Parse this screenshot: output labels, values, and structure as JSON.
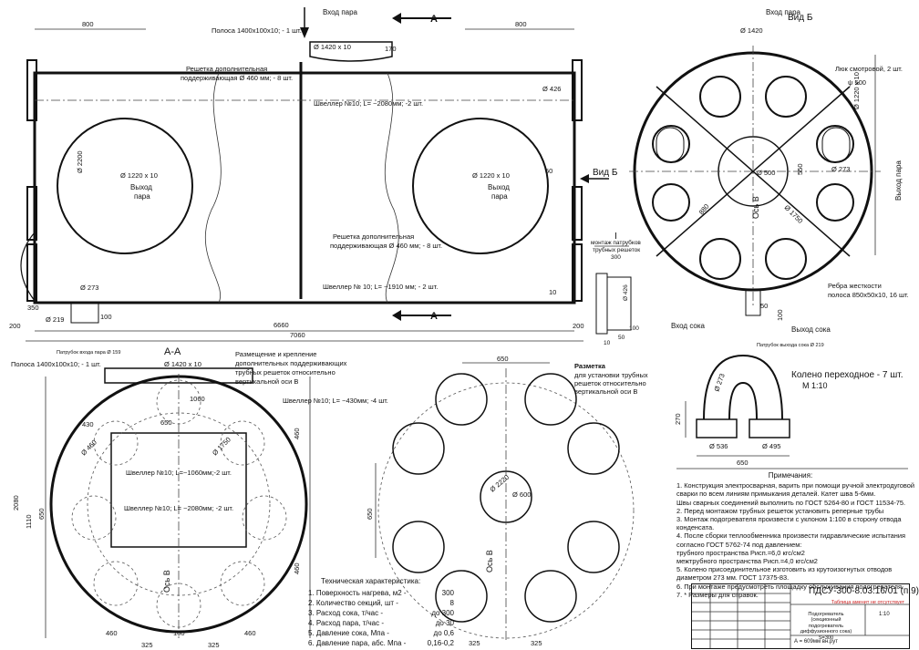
{
  "main_view": {
    "dims": {
      "overall": "7060",
      "inner": "6660",
      "left_800": "800",
      "right_800": "800",
      "left_200": "200",
      "right_200": "200",
      "diameter_left": "Ø 2200",
      "dim_273": "Ø 273",
      "dim_219": "Ø 219",
      "dim_350": "350",
      "dim_100": "100",
      "dim_170": "170",
      "dim_50": "50",
      "dim_10": "10",
      "dim_426": "Ø 426",
      "dim_10b": "10"
    },
    "shell_label": "Ø 1420 x 10",
    "steam_in": "Вход пара",
    "steam_out_left": [
      "Выход",
      "пара"
    ],
    "steam_out_right": [
      "Выход",
      "пара"
    ],
    "circle_dim_left": "Ø 1220 x 10",
    "circle_dim_right": "Ø 1220 x 10",
    "section_A_top": "A",
    "section_A_bottom": "A",
    "view_b_arrow": "Вид Б",
    "callouts": [
      "Полоса 1400x100x10; - 1 шт.",
      "Решетка дополнительная",
      "поддерживающая Ø 460 мм; - 8 шт.",
      "Швеллер №10; L= ~2080мм; -2 шт.",
      "Решетка дополнительная",
      "поддерживающая Ø 460 мм; - 8 шт.",
      "Швеллер № 10; L= ~1910 мм; - 2 шт."
    ],
    "detail_I": "I",
    "detail_I_caption": [
      "монтаж патрубков",
      "трубных решеток"
    ],
    "detail_dims": [
      "300",
      "Ø 426",
      "100",
      "50",
      "10"
    ],
    "bottom_note": "Патрубок входа пара Ø 159"
  },
  "view_b": {
    "title": "Вид Б",
    "steam_in": "Вход пара",
    "dia_1420": "Ø 1420",
    "hatch": "Люк смотровой, 2 шт.",
    "hatch_dia": "ψ 500",
    "dim_1220": "Ø 1220 x 10",
    "steam_out": "Выход пара",
    "dim_273": "Ø 273",
    "dim_550": "550",
    "dim_500": "Ø 500",
    "dim_880": "880",
    "dim_1750": "Ø 1750",
    "axis": "Ось В",
    "juice_in": "Вход сока",
    "juice_out": "Выход сока",
    "dim_100": "100",
    "dim_50": "50",
    "ribs": [
      "Ребра жесткости",
      "полоса 850x50x10, 16 шт."
    ],
    "bottom_note": "Патрубок выхода сока Ø 219"
  },
  "section_aa": {
    "title": "A-A",
    "strip": "Полоса 1400x100x10; - 1 шт.",
    "dia_1420": "Ø 1420 x 10",
    "placement": [
      "Размещение и крепление",
      "дополнительных поддерживающих",
      "трубных решеток относительно",
      "вертикальной оси  В"
    ],
    "channel_430": "Швеллер №10; L= ~430мм; -4 шт.",
    "channel_1060": "Швеллер №10; L=~1060мм;-2 шт.",
    "channel_2080": "Швеллер №10; L= ~2080мм; -2 шт.",
    "dims": [
      "1060",
      "650",
      "430",
      "Ø 460",
      "Ø 1750",
      "460",
      "460",
      "2080",
      "1110",
      "650",
      "460",
      "325",
      "160",
      "325",
      "460"
    ],
    "axis": "Ось В"
  },
  "layout_view": {
    "title": "Разметка",
    "caption": [
      "для установки трубных",
      "решеток относительно",
      "вертикальной оси  В"
    ],
    "dims": [
      "650",
      "Ø 2220",
      "Ø 600",
      "650",
      "325",
      "325"
    ],
    "axis": "Ось В"
  },
  "elbow": {
    "title": "Колено переходное - 7 шт.",
    "scale": "М 1:10",
    "dims": [
      "Ø 273",
      "270",
      "Ø 536",
      "Ø 495",
      "650"
    ]
  },
  "notes": {
    "title": "Примечания:",
    "lines": [
      "1. Конструкция электросварная, варить при помощи ручной электродуговой",
      "сварки по всем линиям примыкания деталей. Катет шва 5-6мм.",
      "Швы сварных соединений выполнить по ГОСТ 5264-80 и ГОСТ 11534-75.",
      "2. Перед монтажом трубных решеток установить реперные трубы",
      "3. Монтаж подогревателя произвести с уклоном 1:100 в сторону отвода",
      "конденсата.",
      "4. После сборки теплообменника произвести гидравлические испытания",
      "согласно ГОСТ 5762-74 под давлением:",
      "трубного пространства  Рисп.=6,0 кгс/см2",
      "межтрубного пространства Рисп.=4,0 кгс/см2",
      "5. Колено присоединительное изготовить из крутоизогнутых отводов",
      "диаметром 273 мм. ГОСТ 17375-83.",
      "6. При монтаже предусмотреть площадку обслуживания подогревателя.",
      "7. *  Размеры для справок."
    ],
    "stamp": "Таблица аменит не отсутствует"
  },
  "tech": {
    "title": "Техническая характеристика:",
    "rows": [
      {
        "label": "1. Поверхность нагрева, м2 -",
        "value": "300"
      },
      {
        "label": "2. Количество секций, шт   -",
        "value": "8"
      },
      {
        "label": "3. Расход сока, т/час      -",
        "value": "до 300"
      },
      {
        "label": "4. Расход пара, т/час      -",
        "value": "до 30"
      },
      {
        "label": "5. Давление сока, Мпа      -",
        "value": "до 0,6"
      },
      {
        "label": "6. Давление пара, абс. Мпа -",
        "value": "0,16-0,2"
      }
    ]
  },
  "title_block": {
    "code": "ПДСУ-300-8.03.16/01 (п.9)",
    "name": "Подогреватель (секционный подогреватель диффузионного сока) S=300",
    "sheet": "1:10",
    "bottom": "А = 609мм вн.рут"
  }
}
